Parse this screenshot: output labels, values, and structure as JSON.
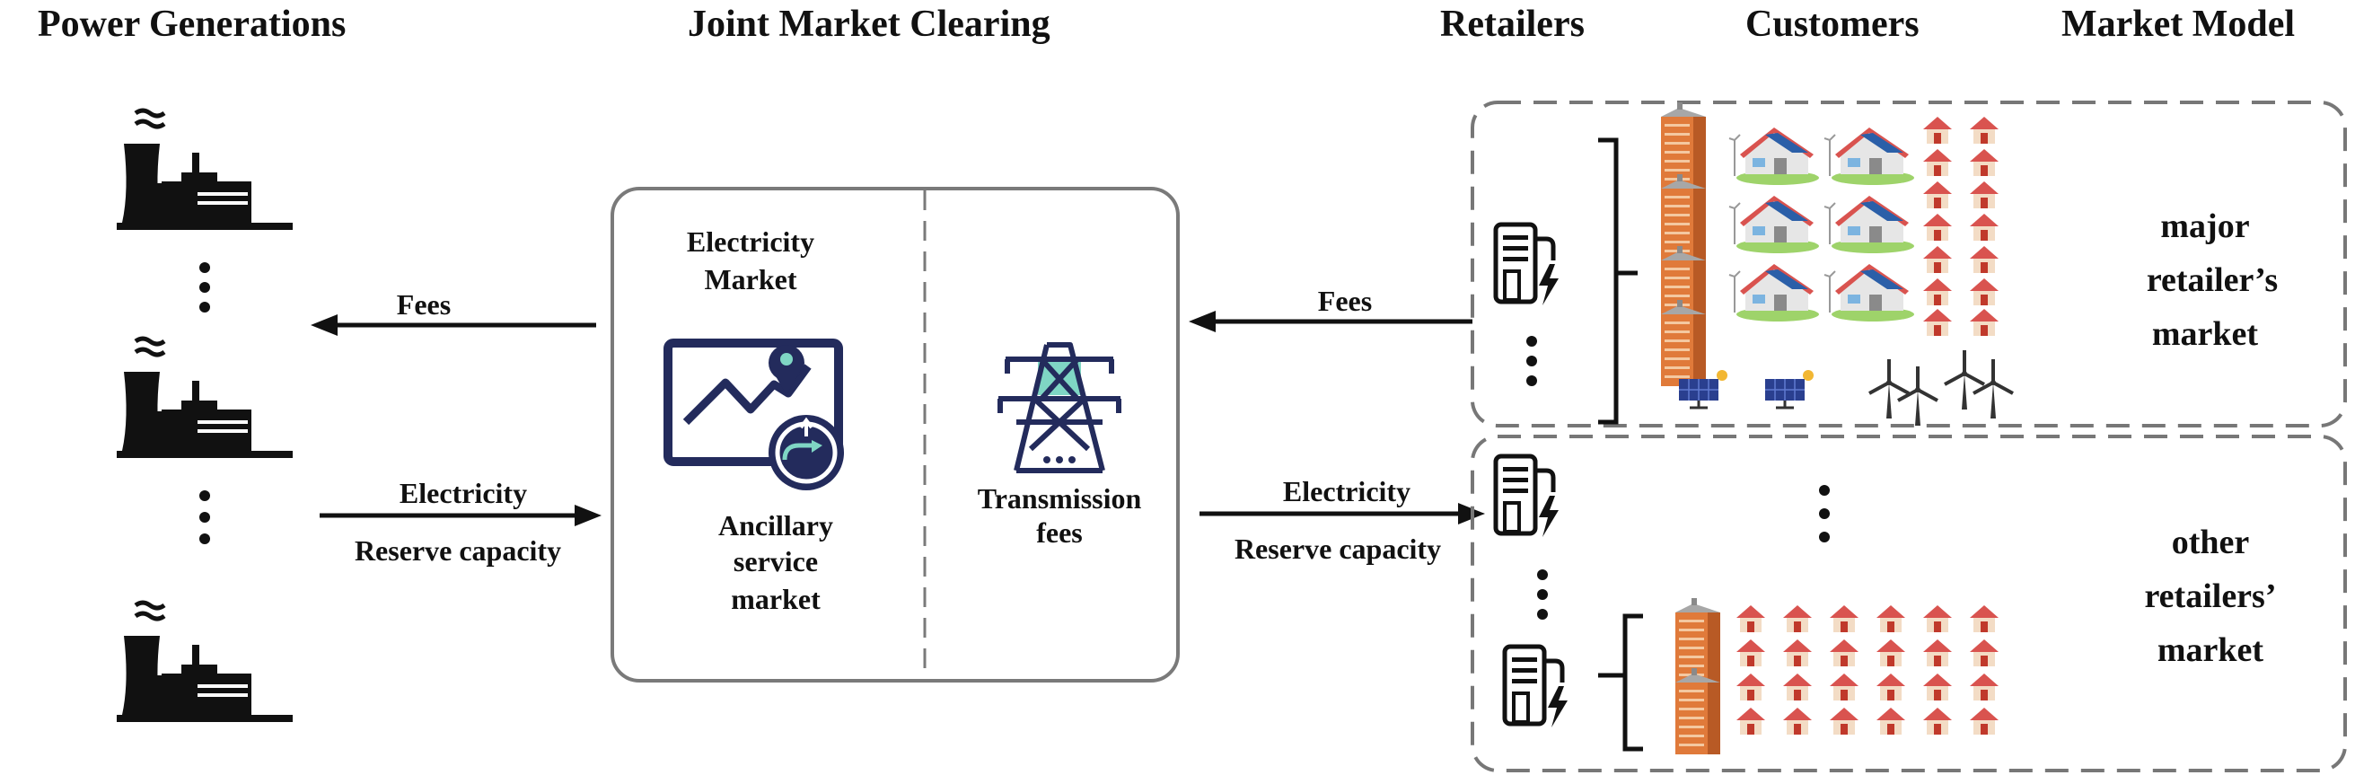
{
  "headers": {
    "power": "Power Generations",
    "joint": "Joint Market Clearing",
    "retailers": "Retailers",
    "customers": "Customers",
    "model": "Market Model"
  },
  "left_flows": {
    "fees": "Fees",
    "electricity": "Electricity",
    "reserve": "Reserve capacity"
  },
  "right_flows": {
    "fees": "Fees",
    "electricity": "Electricity",
    "reserve": "Reserve capacity"
  },
  "center": {
    "electricity_market_1": "Electricity",
    "electricity_market_2": "Market",
    "ancillary_1": "Ancillary",
    "ancillary_2": "service",
    "ancillary_3": "market",
    "transmission_1": "Transmission",
    "transmission_2": "fees"
  },
  "markets": {
    "major_1": "major",
    "major_2": "retailer’s",
    "major_3": "market",
    "other_1": "other",
    "other_2": "retailers’",
    "other_3": "market"
  },
  "colors": {
    "navy": "#232b5c",
    "teal": "#7fd6c4",
    "building_orange": "#e07a3a",
    "roof_red": "#d9534f",
    "solar_blue": "#2b5fa8",
    "dash_gray": "#777777"
  }
}
